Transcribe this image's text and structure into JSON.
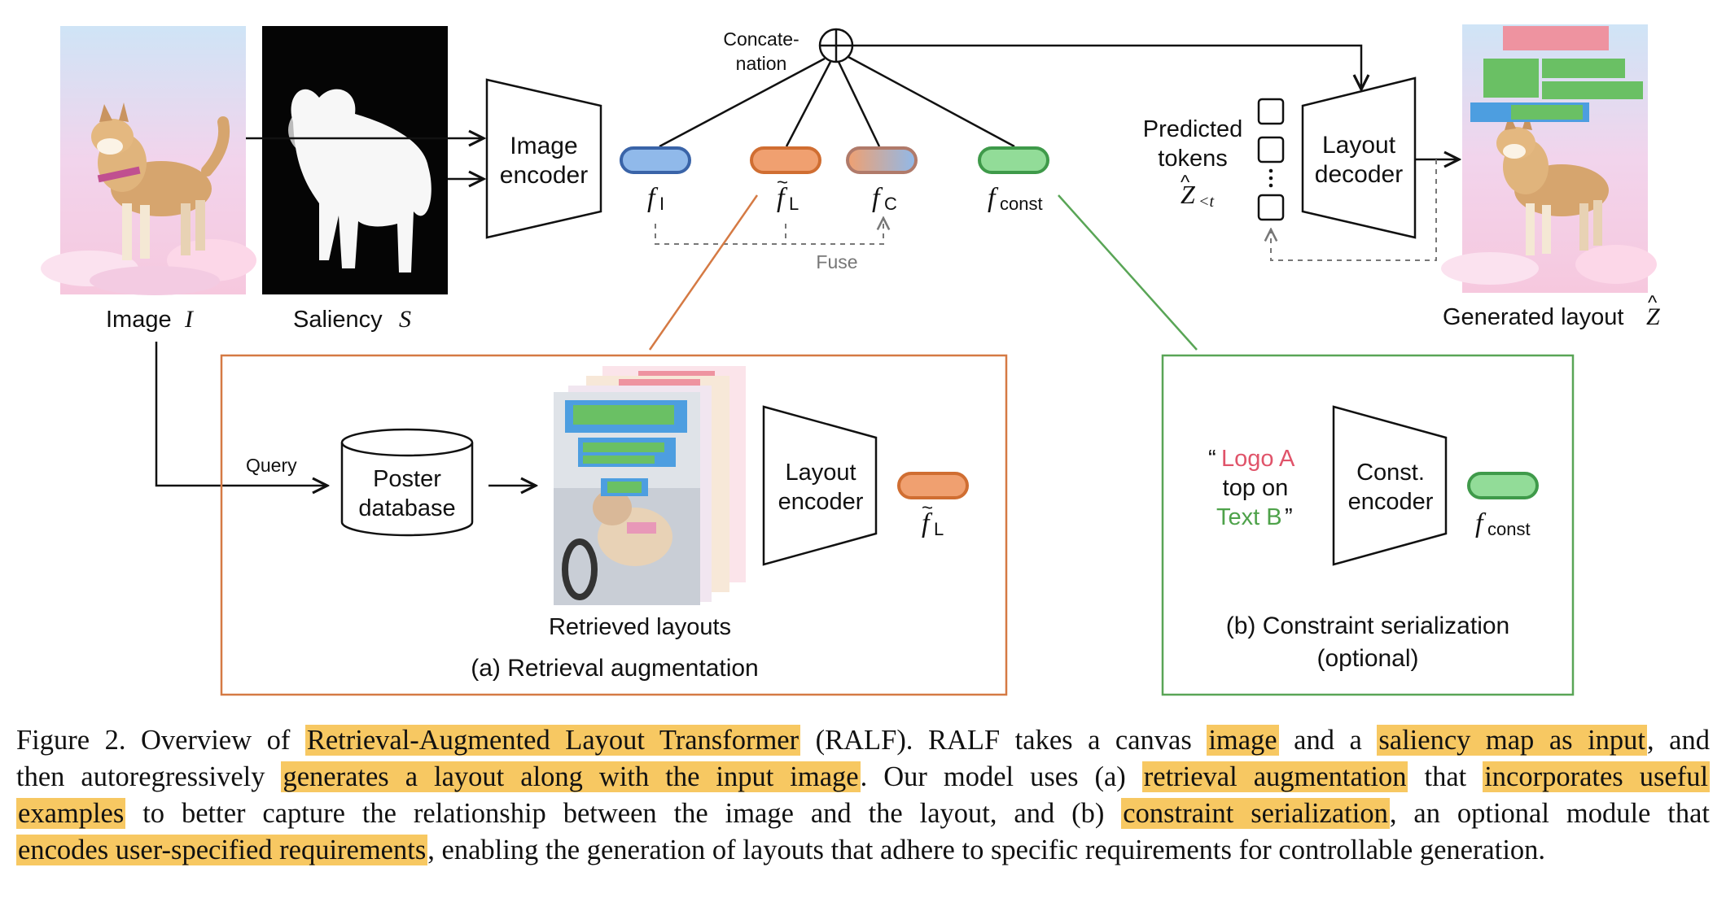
{
  "colors": {
    "retrieval_box": "#d57a44",
    "constraint_box": "#59a556",
    "blue_token": "#90b9ea",
    "orange_token": "#f0a070",
    "green_token": "#92dc98",
    "highlight": "#f7c862",
    "logo_text": "#e0546a",
    "text_b": "#4ea24a"
  },
  "labels": {
    "image": "Image",
    "image_sym": "I",
    "saliency": "Saliency",
    "saliency_sym": "S",
    "image_encoder_1": "Image",
    "image_encoder_2": "encoder",
    "concat_1": "Concate-",
    "concat_2": "nation",
    "f_sym": "f",
    "sub_I": "I",
    "sub_L": "L",
    "sub_C": "C",
    "sub_const": "const",
    "fuse": "Fuse",
    "predicted_1": "Predicted",
    "predicted_2": "tokens",
    "z_sym": "Z",
    "z_sub": "<t",
    "layout_decoder_1": "Layout",
    "layout_decoder_2": "decoder",
    "generated_layout": "Generated layout",
    "query": "Query",
    "poster_db_1": "Poster",
    "poster_db_2": "database",
    "retrieved_layouts": "Retrieved layouts",
    "layout_encoder_1": "Layout",
    "layout_encoder_2": "encoder",
    "retrieval_aug": "(a) Retrieval augmentation",
    "quote_open": "“",
    "logo_a": "Logo A",
    "top_on": "top on",
    "text_b": "Text B",
    "quote_close": "”",
    "const_encoder_1": "Const.",
    "const_encoder_2": "encoder",
    "constraint_ser_1": "(b) Constraint serialization",
    "constraint_ser_2": "(optional)"
  },
  "caption": {
    "l1a": "Figure 2. Overview of ",
    "l1b": "Retrieval-Augmented Layout Transformer",
    "l1c": " (RALF). RALF takes a canvas ",
    "l1d": "image",
    "l1e": " and a ",
    "l1f": "saliency map as input",
    "l1g": ", and",
    "l2a": "then autoregressively ",
    "l2b": "generates a layout along with the input image",
    "l2c": ". Our model uses (a) ",
    "l2d": "retrieval augmentation",
    "l2e": " that ",
    "l2f": "incorporates useful",
    "l3a": "examples",
    "l3b": " to better capture the relationship between the image and the layout, and (b) ",
    "l3c": "constraint serialization",
    "l3d": ", an optional module that",
    "l4a": "encodes user-specified requirements",
    "l4b": ", enabling the generation of layouts that adhere to specific requirements for controllable generation."
  }
}
